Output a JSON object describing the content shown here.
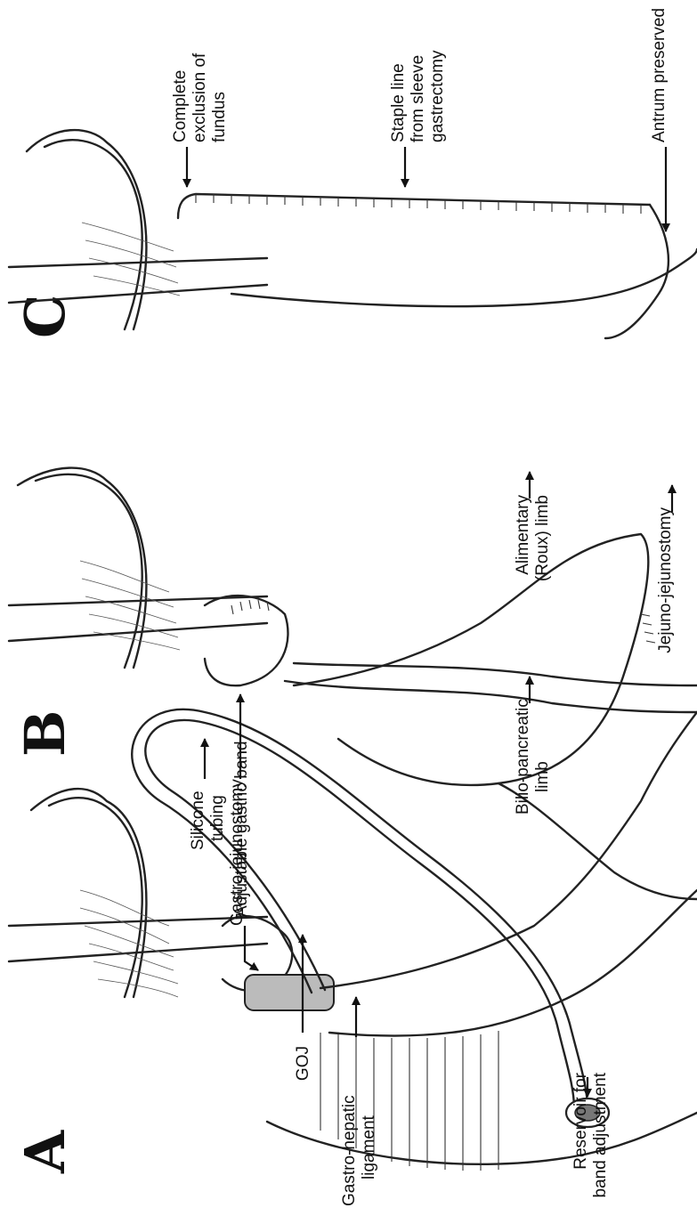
{
  "figure": {
    "panel_a": {
      "letter": "A",
      "labels": {
        "goj": "GOJ",
        "gastro_hepatic_1": "Gastro-hepatic",
        "gastro_hepatic_2": "ligament",
        "band": "Adjustable gastric band",
        "silicone_1": "Silicone",
        "silicone_2": "tubing",
        "reservoir_1": "Reservoir for",
        "reservoir_2": "band adjustment"
      }
    },
    "panel_b": {
      "letter": "B",
      "labels": {
        "gastro_jejunostomy": "Gastro-jejunostomy",
        "bilio_1": "Bilio-pancreatic",
        "bilio_2": "limb",
        "alimentary_1": "Alimentary",
        "alimentary_2": "(Roux) limb",
        "jejuno": "Jejuno-jejunostomy"
      }
    },
    "panel_c": {
      "letter": "C",
      "labels": {
        "fundus_1": "Complete",
        "fundus_2": "exclusion of",
        "fundus_3": "fundus",
        "staple_1": "Staple line",
        "staple_2": "from sleeve",
        "staple_3": "gastrectomy",
        "antrum": "Antrum preserved"
      }
    }
  }
}
